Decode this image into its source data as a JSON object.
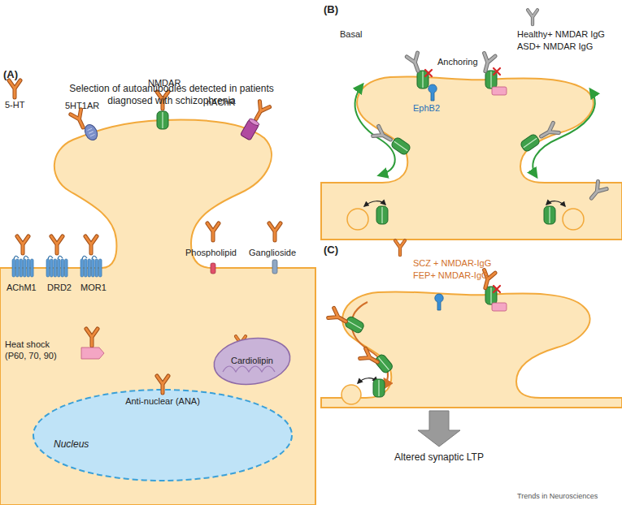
{
  "diagram": {
    "nodes": [
      {
        "text": [
          "Anti-nuclear (ANA)",
          "Nucleus"
        ]
      },
      {
        "text": [
          "Cardiolipin"
        ]
      }
    ],
    "labels": [
      "(A)",
      "Selection of autoantibodies detected in patients diagnosed with schizophrenia",
      "5-HT",
      "5HT1AR",
      "NMDAR",
      "nAChR",
      "AChM1",
      "DRD2",
      "MOR1",
      "Phospholipid",
      "Ganglioside",
      "Heat shock (P60, 70, 90)",
      "(B)",
      "Basal",
      "Healthy+ NMDAR IgG",
      "ASD+ NMDAR IgG",
      "Anchoring",
      "EphB2",
      "(C)",
      "SCZ + NMDAR-IgG",
      "FEP+ NMDAR-IgG",
      "Altered synaptic LTP",
      "Trends in Neurosciences"
    ]
  }
}
